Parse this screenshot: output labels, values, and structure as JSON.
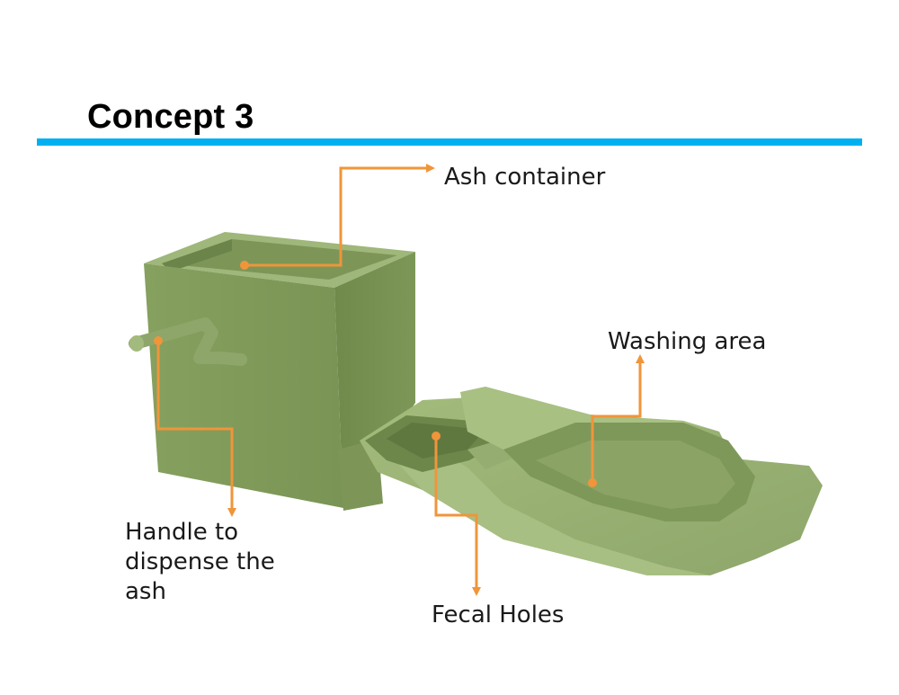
{
  "slide": {
    "title": "Concept 3",
    "accent_color": "#00b0f0"
  },
  "callouts": {
    "ash_container": "Ash container",
    "washing_area": "Washing area",
    "handle": "Handle to dispense the ash",
    "fecal_holes": "Fecal Holes"
  },
  "colors": {
    "model": "#8fa868",
    "leader_line": "#f0953a"
  }
}
